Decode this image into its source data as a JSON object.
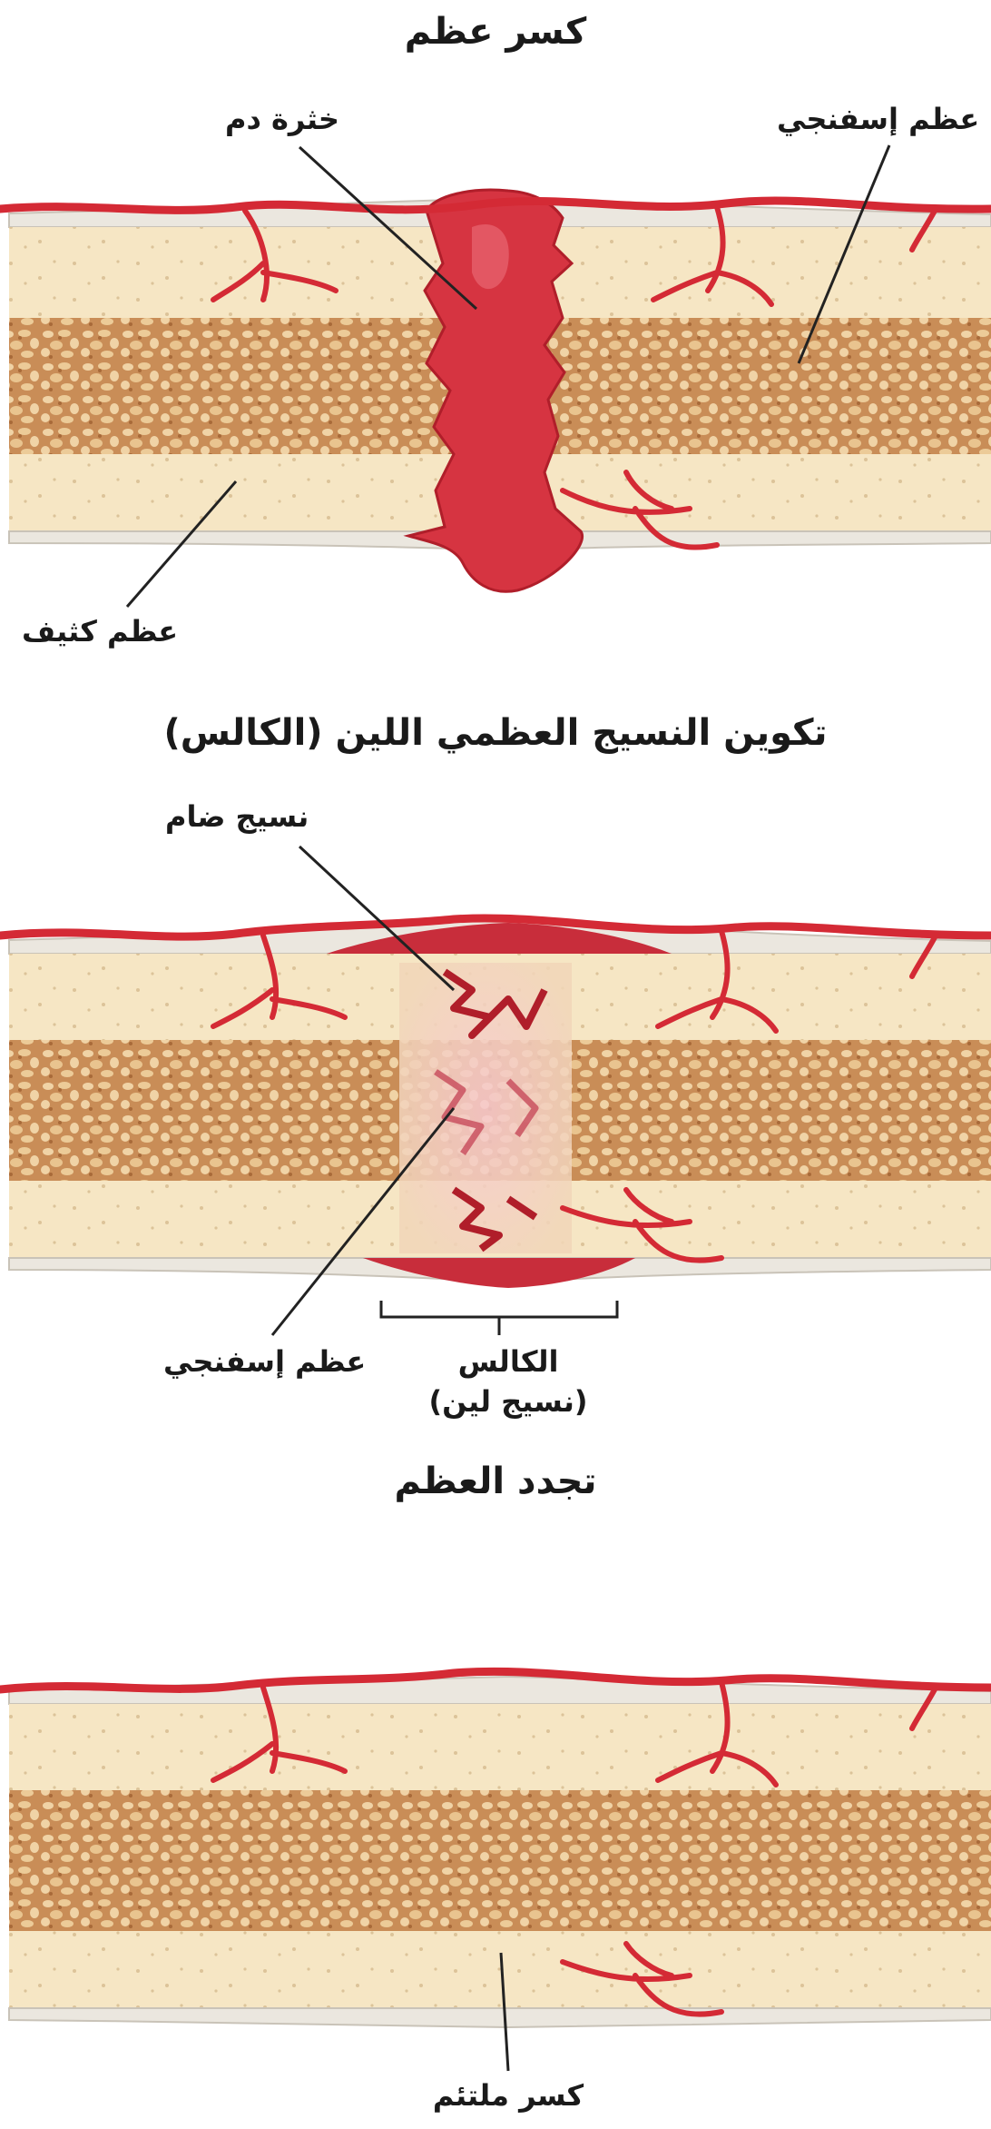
{
  "panels": [
    {
      "title": "كسر عظم",
      "labels": {
        "hematoma": "خثرة دم",
        "spongy_bone": "عظم إسفنجي",
        "compact_bone": "عظم كثيف"
      }
    },
    {
      "title": "تكوين النسيج العظمي اللين (الكالس)",
      "labels": {
        "fibrous_tissue": "نسيج ضام",
        "spongy_bone": "عظم إسفنجي",
        "callus": "الكالس",
        "callus_sub": "(نسيج لين)"
      }
    },
    {
      "title": "تجدد العظم",
      "labels": {
        "healed_fracture": "كسر ملتئم"
      }
    }
  ],
  "colors": {
    "compact_bone": "#f6e6c4",
    "spongy_bone": "#c98d57",
    "spongy_bone_dark": "#a86a39",
    "blood_vessel": "#d42a35",
    "hematoma": "#d63441",
    "periosteum": "#d8d4cc",
    "callus_pink": "#f3b8c0"
  }
}
